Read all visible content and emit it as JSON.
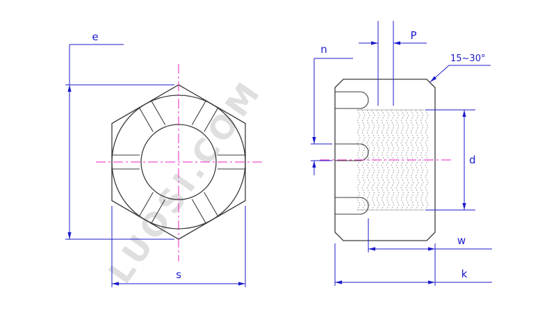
{
  "drawing": {
    "subject": "slotted-castle-nut-two-view-drawing",
    "labels": {
      "e": "e",
      "s": "s",
      "n": "n",
      "p": "P",
      "angle": "15~30°",
      "d": "d",
      "w": "w",
      "k": "k"
    },
    "watermark": "LUOSI.COM",
    "colors": {
      "geometry": "#3a3a3a",
      "dimension": "#1a1acd",
      "centerline": "#e820c0",
      "thread": "#9a9aa0",
      "watermark": "#c6c6c6",
      "background": "#ffffff"
    }
  }
}
